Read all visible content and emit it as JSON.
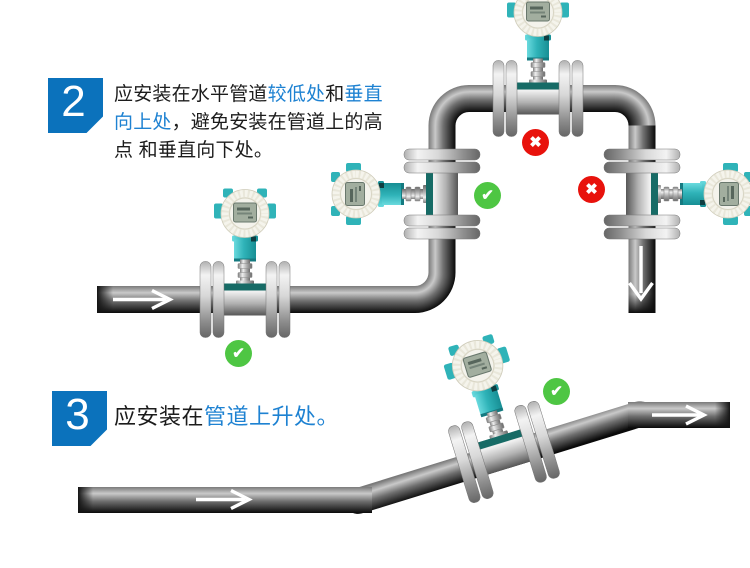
{
  "colors": {
    "badge_blue": "#0b72bc",
    "emphasis_blue": "#1e82d2",
    "text_dark": "#1c1c1c",
    "correct_green": "#4ec643",
    "wrong_red": "#e8120c",
    "device_teal": "#2fb3b8",
    "pipe_highlight": "#c9c9c9",
    "pipe_shadow": "#0a0a0a"
  },
  "sections": [
    {
      "badge": "2",
      "segments": [
        {
          "text": "应安装在水平管道",
          "emphasis": false
        },
        {
          "text": "较低处",
          "emphasis": true
        },
        {
          "text": "和",
          "emphasis": false
        },
        {
          "text": "垂直向上处",
          "emphasis": true
        },
        {
          "text": "，避免安装在管道上的高点 和垂直向下处。",
          "emphasis": false
        }
      ]
    },
    {
      "badge": "3",
      "segments": [
        {
          "text": "应安装在",
          "emphasis": false
        },
        {
          "text": "管道上升处。",
          "emphasis": true
        }
      ]
    }
  ],
  "markers": {
    "items": [
      {
        "kind": "correct",
        "glyph": "✔",
        "meaning": "correct installation - low horizontal run"
      },
      {
        "kind": "correct",
        "glyph": "✔",
        "meaning": "correct installation - vertical upward flow"
      },
      {
        "kind": "wrong",
        "glyph": "✖",
        "meaning": "wrong installation - high point of pipe"
      },
      {
        "kind": "wrong",
        "glyph": "✖",
        "meaning": "wrong installation - vertical downward flow"
      },
      {
        "kind": "correct",
        "glyph": "✔",
        "meaning": "correct installation - rising pipe section"
      }
    ]
  },
  "flow_arrows": [
    {
      "glyph": "→",
      "location": "section2-inlet-horizontal"
    },
    {
      "glyph": "↓",
      "location": "section2-outlet-vertical-down"
    },
    {
      "glyph": "→",
      "location": "section3-inlet-horizontal"
    },
    {
      "glyph": "→",
      "location": "section3-outlet-horizontal"
    }
  ],
  "devices": {
    "type_label": "turbine-flow-meter",
    "count": 5
  }
}
